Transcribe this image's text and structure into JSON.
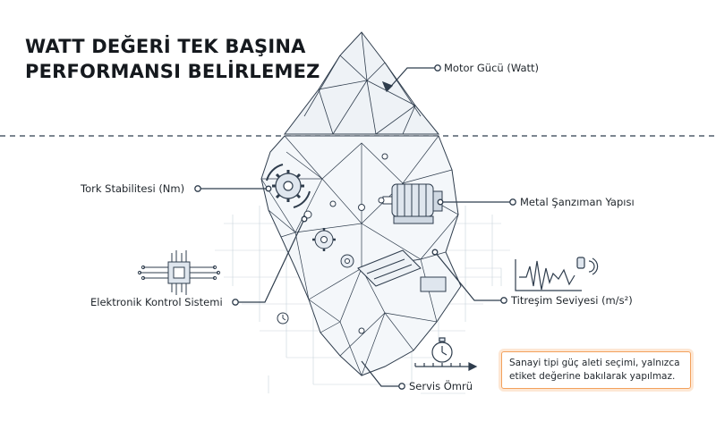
{
  "title": {
    "line1": "WATT DEĞERİ TEK BAŞINA",
    "line2": "PERFORMANSI BELİRLEMEZ"
  },
  "labels": {
    "motor_power": "Motor Gücü (Watt)",
    "torque_stability": "Tork Stabilitesi (Nm)",
    "metal_gearbox": "Metal Şanzıman Yapısı",
    "electronic_control": "Elektronik Kontrol Sistemi",
    "vibration_level": "Titreşim Seviyesi (m/s²)",
    "service_life": "Servis Ömrü"
  },
  "note": {
    "text": "Sanayi tipi güç aleti seçimi, yalnızca etiket değerine bakılarak yapılmaz."
  },
  "colors": {
    "ink": "#1b1f24",
    "outline": "#3a4a5c",
    "tint": "#dfe6ee",
    "accent_border": "#f3a15c",
    "accent_glow": "#fde7d4"
  },
  "icons": [
    "gear-icon",
    "motor-icon",
    "chip-icon",
    "waveform-icon",
    "stopwatch-icon",
    "clock-icon"
  ]
}
